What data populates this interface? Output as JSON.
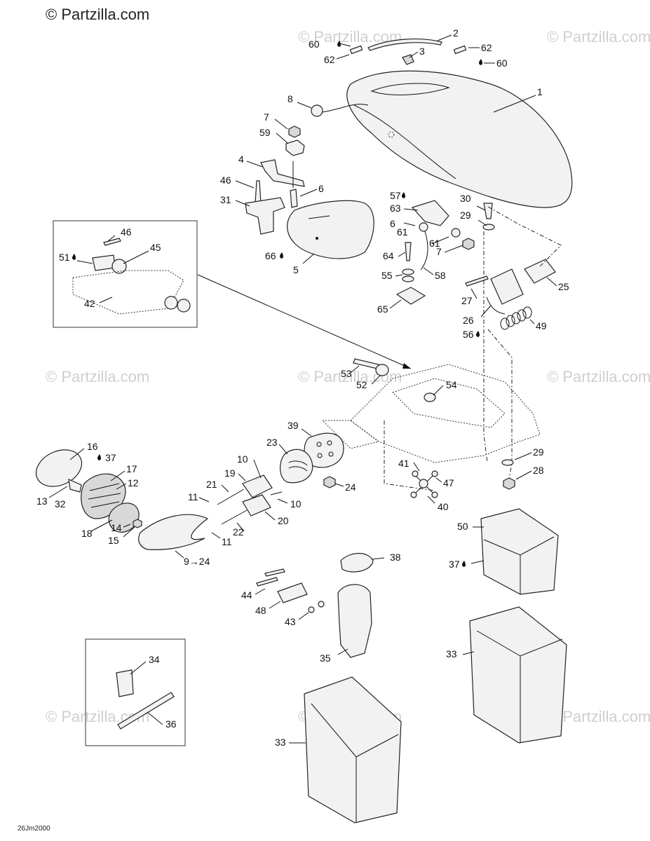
{
  "header": {
    "copyright": "© Partzilla.com"
  },
  "watermark": "© Partzilla.com",
  "footer": {
    "drawing_code": "26Jm2000"
  },
  "callouts": {
    "c1": "1",
    "c2": "2",
    "c3": "3",
    "c4": "4",
    "c5": "5",
    "c6a": "6",
    "c6b": "6",
    "c7a": "7",
    "c7b": "7",
    "c8": "8",
    "c9": "9→24",
    "c10a": "10",
    "c10b": "10",
    "c11a": "11",
    "c11b": "11",
    "c12": "12",
    "c13": "13",
    "c14": "14",
    "c15": "15",
    "c16": "16",
    "c17": "17",
    "c18": "18",
    "c19": "19",
    "c20": "20",
    "c21": "21",
    "c22": "22",
    "c23": "23",
    "c24": "24",
    "c25": "25",
    "c26": "26",
    "c27": "27",
    "c28": "28",
    "c29a": "29",
    "c29b": "29",
    "c30": "30",
    "c31": "31",
    "c32": "32",
    "c33a": "33",
    "c33b": "33",
    "c34": "34",
    "c35": "35",
    "c36": "36",
    "c37a": "37",
    "c37b": "37",
    "c38": "38",
    "c39": "39",
    "c40": "40",
    "c41": "41",
    "c42": "42",
    "c43": "43",
    "c44": "44",
    "c45": "45",
    "c46a": "46",
    "c46b": "46",
    "c47": "47",
    "c48": "48",
    "c49": "49",
    "c50": "50",
    "c51": "51",
    "c52": "52",
    "c53": "53",
    "c54": "54",
    "c55": "55",
    "c56": "56",
    "c57": "57",
    "c58": "58",
    "c59": "59",
    "c60a": "60",
    "c60b": "60",
    "c61a": "61",
    "c61b": "61",
    "c62a": "62",
    "c62b": "62",
    "c63": "63",
    "c64": "64",
    "c65": "65",
    "c66": "66"
  }
}
